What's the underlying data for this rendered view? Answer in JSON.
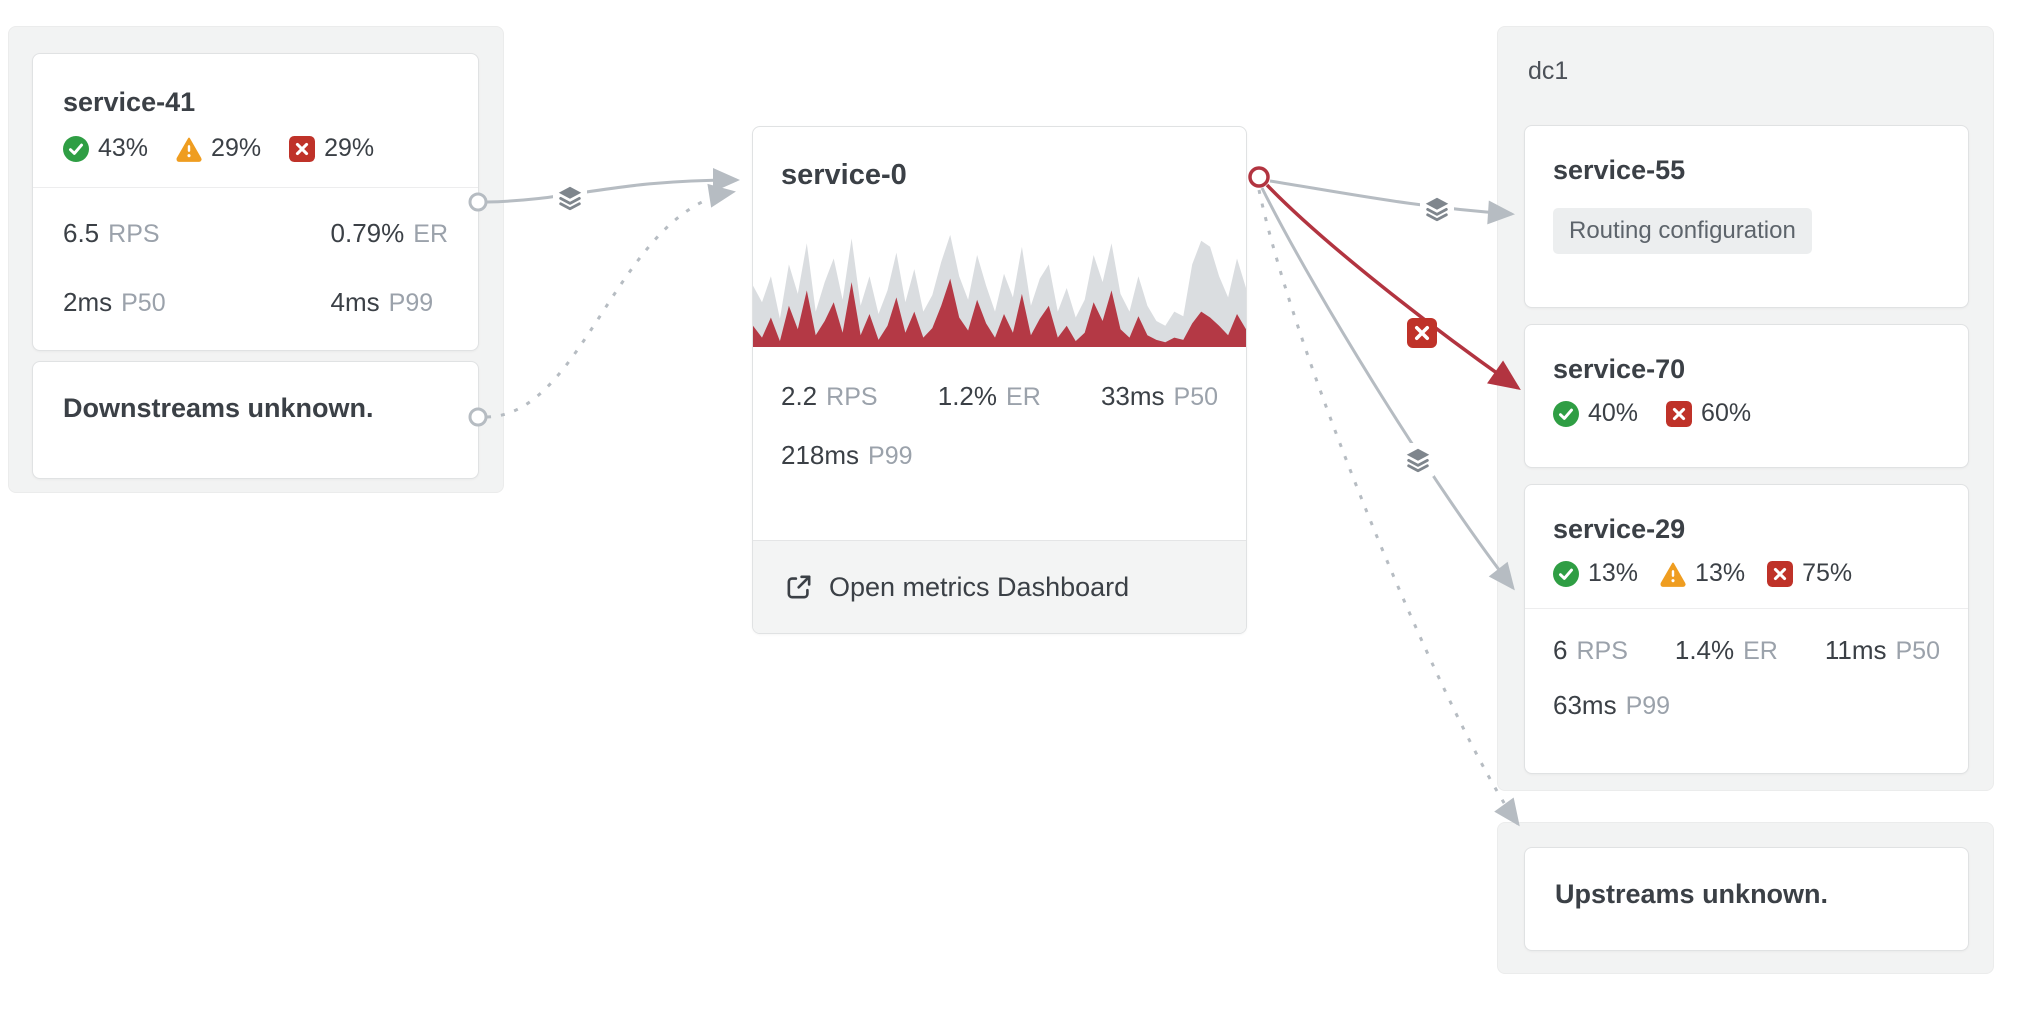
{
  "colors": {
    "success": "#2f9e44",
    "warning": "#ef9d20",
    "error": "#bf3229",
    "edge": "#b6bcc2",
    "edge_error": "#b23440",
    "spark_total": "#dadde0",
    "spark_error": "#b43945",
    "icon": "#7f868d"
  },
  "left_group": {
    "service41": {
      "title": "service-41",
      "badges": [
        {
          "icon": "success",
          "value": "43%"
        },
        {
          "icon": "warning",
          "value": "29%"
        },
        {
          "icon": "error",
          "value": "29%"
        }
      ],
      "metrics": [
        {
          "value": "6.5",
          "label": "RPS"
        },
        {
          "value": "0.79%",
          "label": "ER"
        },
        {
          "value": "2ms",
          "label": "P50"
        },
        {
          "value": "4ms",
          "label": "P99"
        }
      ]
    },
    "downstreams_card": {
      "title": "Downstreams unknown."
    }
  },
  "center": {
    "service0": {
      "title": "service-0",
      "metrics": [
        {
          "value": "2.2",
          "label": "RPS"
        },
        {
          "value": "1.2%",
          "label": "ER"
        },
        {
          "value": "33ms",
          "label": "P50"
        },
        {
          "value": "218ms",
          "label": "P99"
        }
      ],
      "footer_link": "Open metrics Dashboard",
      "sparkline": {
        "total": [
          52,
          38,
          60,
          24,
          70,
          45,
          88,
          30,
          55,
          75,
          40,
          92,
          35,
          60,
          28,
          48,
          80,
          38,
          66,
          30,
          44,
          72,
          95,
          60,
          40,
          78,
          52,
          30,
          62,
          42,
          85,
          35,
          58,
          70,
          30,
          50,
          25,
          40,
          78,
          55,
          88,
          45,
          30,
          60,
          35,
          22,
          18,
          30,
          26,
          70,
          90,
          85,
          60,
          42,
          75,
          50
        ],
        "errors": [
          18,
          8,
          25,
          5,
          35,
          15,
          48,
          10,
          22,
          38,
          12,
          55,
          10,
          28,
          6,
          18,
          42,
          12,
          30,
          8,
          16,
          35,
          58,
          25,
          14,
          40,
          20,
          8,
          28,
          12,
          45,
          10,
          24,
          35,
          8,
          18,
          5,
          12,
          38,
          22,
          48,
          15,
          8,
          26,
          10,
          6,
          4,
          8,
          6,
          20,
          30,
          25,
          18,
          10,
          28,
          15
        ]
      }
    }
  },
  "right_group": {
    "label": "dc1",
    "service55": {
      "title": "service-55",
      "tag": "Routing configuration"
    },
    "service70": {
      "title": "service-70",
      "badges": [
        {
          "icon": "success",
          "value": "40%"
        },
        {
          "icon": "error",
          "value": "60%"
        }
      ]
    },
    "service29": {
      "title": "service-29",
      "badges": [
        {
          "icon": "success",
          "value": "13%"
        },
        {
          "icon": "warning",
          "value": "13%"
        },
        {
          "icon": "error",
          "value": "75%"
        }
      ],
      "metrics": [
        {
          "value": "6",
          "label": "RPS"
        },
        {
          "value": "1.4%",
          "label": "ER"
        },
        {
          "value": "11ms",
          "label": "P50"
        },
        {
          "value": "63ms",
          "label": "P99"
        }
      ]
    },
    "upstreams_card": {
      "title": "Upstreams unknown."
    }
  }
}
